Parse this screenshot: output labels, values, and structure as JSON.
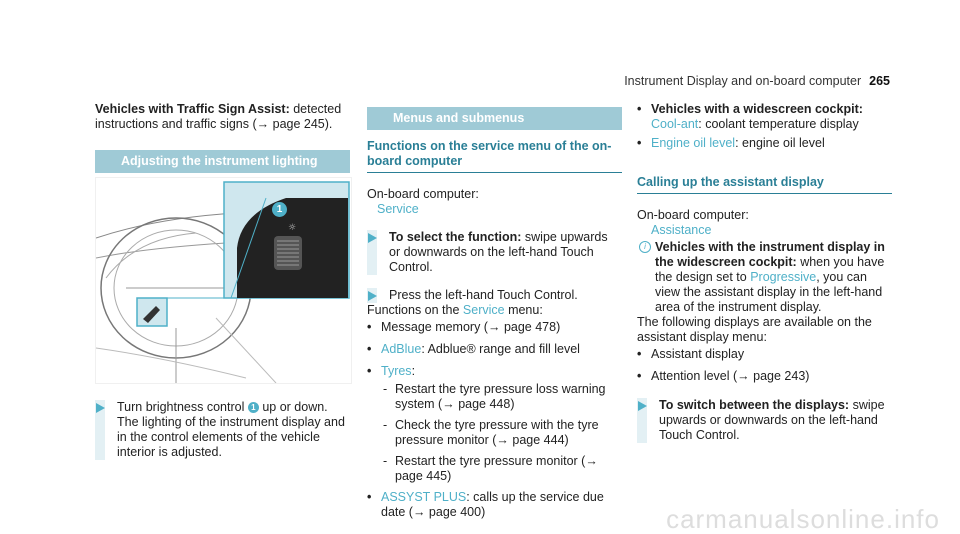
{
  "header": {
    "title": "Instrument Display and on-board computer",
    "page": "265"
  },
  "col1": {
    "p1_bold": "Vehicles with Traffic Sign Assist:",
    "p1_rest": " detected instructions and traffic signs (→ page 245).",
    "bar": "Adjusting the instrument lighting",
    "figure": {
      "callout": "1"
    },
    "step_a": "Turn brightness control ",
    "step_num": "1",
    "step_b": " up or down.",
    "step_line2": "The lighting of the instrument display and in the control elements of the vehicle interior is adjusted."
  },
  "col2": {
    "bar": "Menus and submenus",
    "sub": "Functions on the service menu of the on-board computer",
    "obc": "On-board computer:",
    "service": "Service",
    "step1_bold": "To select the function:",
    "step1_rest": " swipe upwards or downwards on the left-hand Touch Control.",
    "step2": "Press the left-hand Touch Control.",
    "functions_a": "Functions on the ",
    "functions_link": "Service",
    "functions_b": " menu:",
    "bullets": {
      "b1": "Message memory (→ page 478)",
      "b2_link": "AdBlue",
      "b2_rest": ": Adblue® range and fill level",
      "b3_link": "Tyres",
      "b3_rest": ":",
      "d1": "Restart the tyre pressure loss warning system (→ page 448)",
      "d2": "Check the tyre pressure with the tyre pressure monitor (→ page 444)",
      "d3": "Restart the tyre pressure monitor (→ page 445)",
      "b4_link": "ASSYST PLUS",
      "b4_rest": ": calls up the service due date (→ page 400)"
    }
  },
  "col3": {
    "b1_bold": "Vehicles with a widescreen cockpit:",
    "b1_link": "Cool-ant",
    "b1_rest": ": coolant temperature display",
    "b2_link": "Engine oil level",
    "b2_rest": ": engine oil level",
    "sub": "Calling up the assistant display",
    "obc": "On-board computer:",
    "assistance": "Assistance",
    "info_bold": "Vehicles with the instrument display in the widescreen cockpit:",
    "info_a": " when you have the design set to ",
    "info_link": "Progressive",
    "info_b": ", you can view the assistant display in the left-hand area of the instrument display.",
    "following": "The following displays are available on the assistant display menu:",
    "li1": "Assistant display",
    "li2": "Attention level (→ page 243)",
    "step_bold": "To switch between the displays:",
    "step_rest": " swipe upwards or downwards on the left-hand Touch Control."
  },
  "watermark": "carmanualsonline.info",
  "colors": {
    "accent": "#4fb0c8",
    "bar": "#9fcad6",
    "heading": "#2a7f96"
  }
}
